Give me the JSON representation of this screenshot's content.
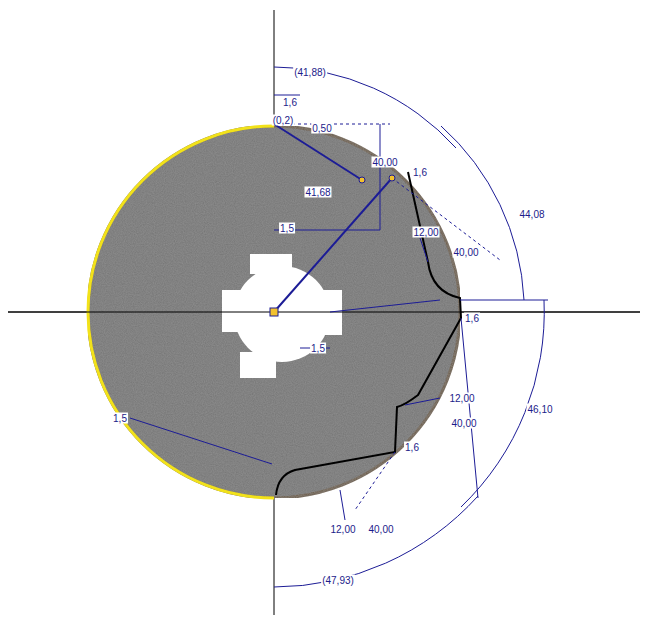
{
  "diagram": {
    "labels": [
      "(41,88)",
      "1,6",
      "(0,2)",
      "0,50",
      "40,00",
      "1,6",
      "41,68",
      "1,5",
      "12,00",
      "40,00",
      "44,08",
      "1,5",
      "1,6",
      "12,00",
      "40,00",
      "46,10",
      "1,5",
      "1,6",
      "12,00",
      "40,00",
      "(47,93)"
    ]
  }
}
